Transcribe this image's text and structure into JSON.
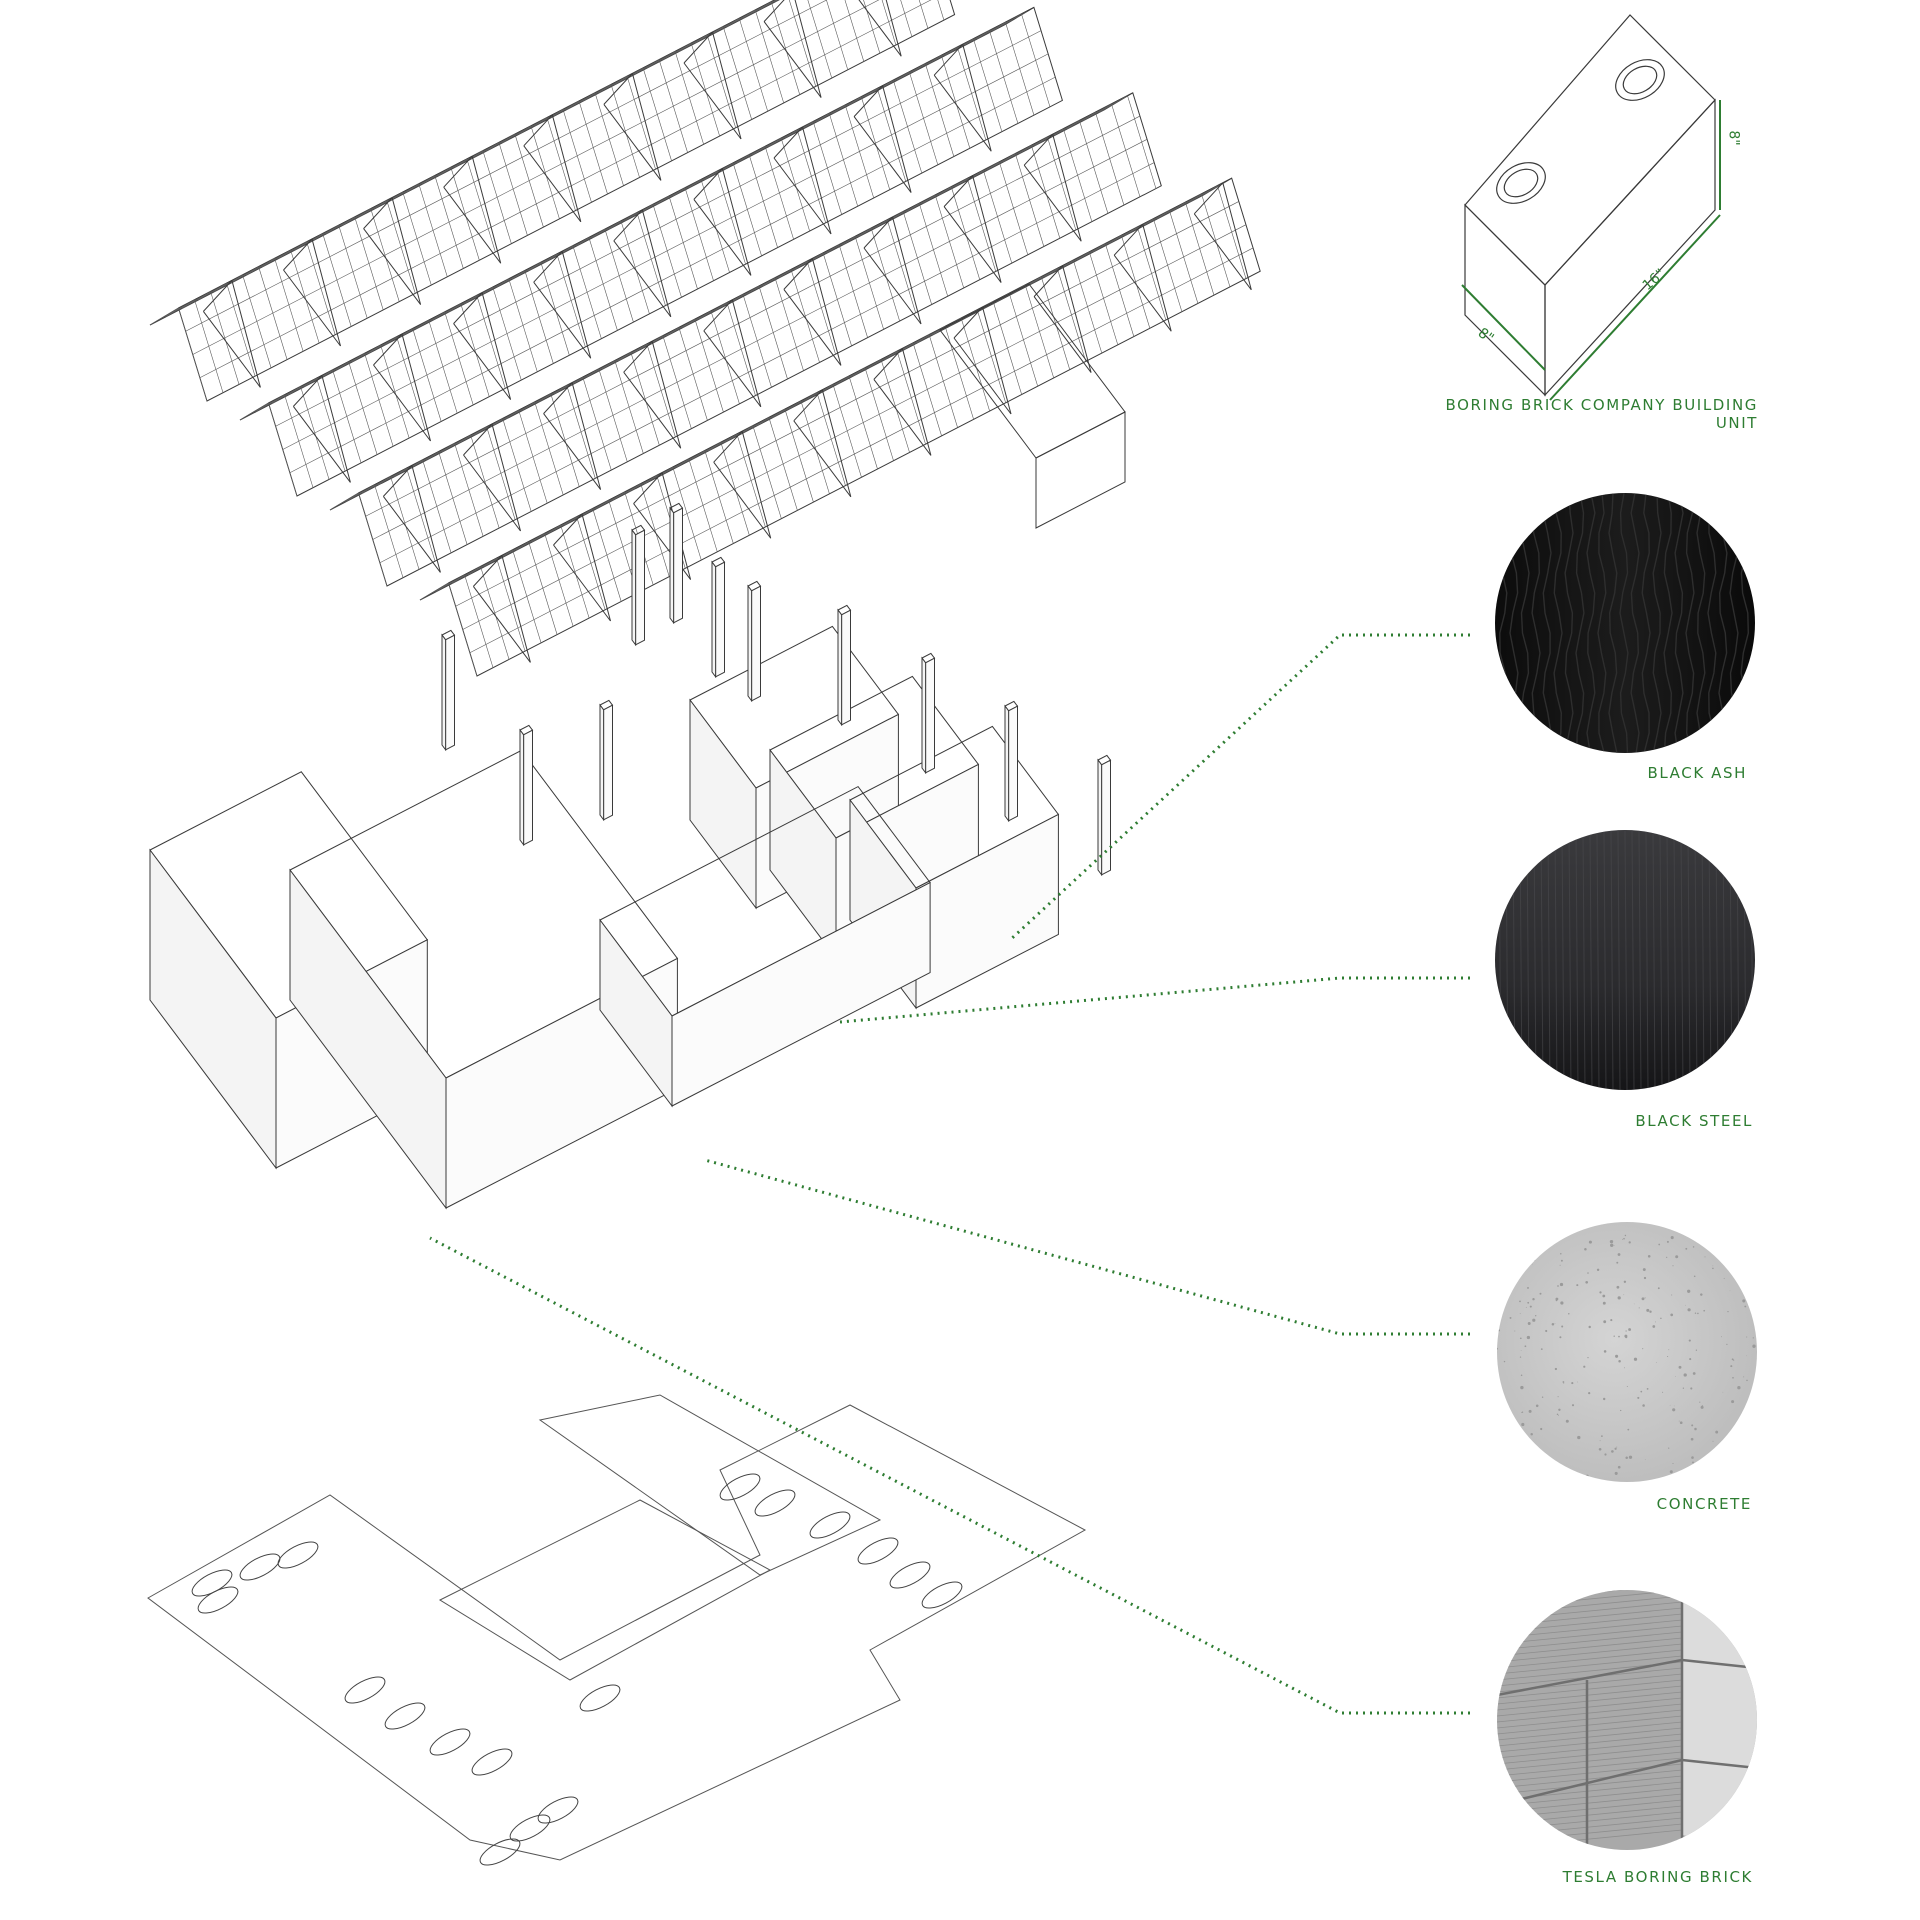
{
  "brick_unit": {
    "caption_line1": "BORING BRICK COMPANY BUILDING",
    "caption_line2": "UNIT",
    "dim_height": "8\"",
    "dim_length": "16\"",
    "dim_width": "8\""
  },
  "materials": [
    {
      "id": "black-ash",
      "label": "BLACK ASH"
    },
    {
      "id": "black-steel",
      "label": "BLACK STEEL"
    },
    {
      "id": "concrete",
      "label": "CONCRETE"
    },
    {
      "id": "tesla-boring-brick",
      "label": "TESLA BORING BRICK"
    }
  ],
  "colors": {
    "accent": "#2e7d32",
    "line": "#3a3a3a",
    "ash": "#141414",
    "steel": "#2a2a2c",
    "concrete": "#c9c9c9",
    "brick": "#a8a8a8"
  }
}
